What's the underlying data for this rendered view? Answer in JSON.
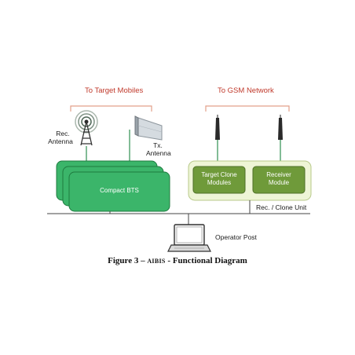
{
  "top_labels": {
    "target_mobiles": "To Target Mobiles",
    "gsm_network": "To GSM Network"
  },
  "antennas": {
    "rec_line1": "Rec.",
    "rec_line2": "Antenna",
    "tx_line1": "Tx.",
    "tx_line2": "Antenna"
  },
  "bts": {
    "label": "Compact BTS"
  },
  "clone_unit": {
    "module1_line1": "Target Clone",
    "module1_line2": "Modules",
    "module2_line1": "Receiver",
    "module2_line2": "Module",
    "unit_label": "Rec. / Clone Unit"
  },
  "operator": {
    "label": "Operator Post"
  },
  "caption": {
    "prefix": "Figure 3 –",
    "name": "AIBIS",
    "suffix": "- Functional Diagram"
  },
  "colors": {
    "label_red": "#c0392b",
    "bracket": "#e2a08a",
    "bts_green": "#3bb56a",
    "bts_border": "#1f7a3f",
    "unit_bg": "#eef5d6",
    "unit_border": "#b8c98a",
    "module_green": "#6f9a3a",
    "link_green": "#2f8f4f"
  }
}
